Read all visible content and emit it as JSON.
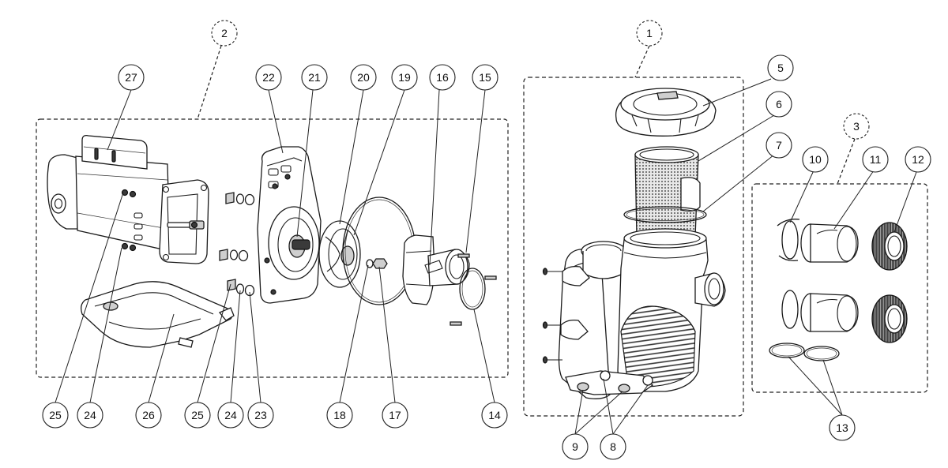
{
  "callouts": [
    {
      "id": "c1",
      "label": "1",
      "group": true
    },
    {
      "id": "c2",
      "label": "2",
      "group": true
    },
    {
      "id": "c3",
      "label": "3",
      "group": true
    },
    {
      "id": "c5",
      "label": "5"
    },
    {
      "id": "c6",
      "label": "6"
    },
    {
      "id": "c7",
      "label": "7"
    },
    {
      "id": "c8",
      "label": "8"
    },
    {
      "id": "c9",
      "label": "9"
    },
    {
      "id": "c10",
      "label": "10"
    },
    {
      "id": "c11",
      "label": "11"
    },
    {
      "id": "c12",
      "label": "12"
    },
    {
      "id": "c13",
      "label": "13"
    },
    {
      "id": "c14",
      "label": "14"
    },
    {
      "id": "c15",
      "label": "15"
    },
    {
      "id": "c16",
      "label": "16"
    },
    {
      "id": "c17",
      "label": "17"
    },
    {
      "id": "c18",
      "label": "18"
    },
    {
      "id": "c19",
      "label": "19"
    },
    {
      "id": "c20",
      "label": "20"
    },
    {
      "id": "c21",
      "label": "21"
    },
    {
      "id": "c22",
      "label": "22"
    },
    {
      "id": "c23",
      "label": "23"
    },
    {
      "id": "c24a",
      "label": "24"
    },
    {
      "id": "c24b",
      "label": "24"
    },
    {
      "id": "c25a",
      "label": "25"
    },
    {
      "id": "c25b",
      "label": "25"
    },
    {
      "id": "c26",
      "label": "26"
    },
    {
      "id": "c27",
      "label": "27"
    }
  ],
  "parts": {
    "motor": "motor",
    "motor_base": "motor-base",
    "seal_plate": "seal-plate",
    "impeller": "impeller",
    "gasket": "gasket",
    "diffuser": "diffuser",
    "pump_body": "pump-body",
    "strainer_lid": "strainer-lid",
    "strainer_basket": "strainer-basket",
    "union_fittings": "union-fittings"
  }
}
